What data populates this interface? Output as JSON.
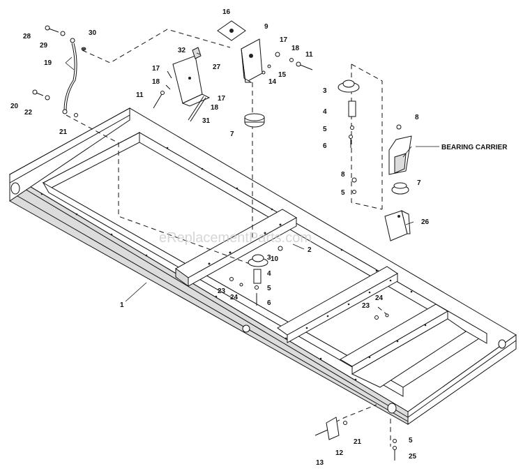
{
  "watermark": "eReplacementParts.com",
  "callouts": {
    "bearing_carrier": "BEARING CARRIER"
  },
  "part_numbers": [
    "1",
    "2",
    "3",
    "3",
    "4",
    "4",
    "5",
    "5",
    "5",
    "5",
    "6",
    "6",
    "7",
    "7",
    "8",
    "8",
    "9",
    "10",
    "11",
    "11",
    "12",
    "13",
    "14",
    "15",
    "16",
    "17",
    "17",
    "17",
    "18",
    "18",
    "18",
    "19",
    "20",
    "21",
    "21",
    "22",
    "23",
    "23",
    "24",
    "24",
    "25",
    "26",
    "27",
    "28",
    "29",
    "30",
    "31",
    "32"
  ],
  "colors": {
    "line": "#111111",
    "background": "#ffffff",
    "watermark": "#c9c9c9",
    "shading": "#dcdcdc"
  }
}
